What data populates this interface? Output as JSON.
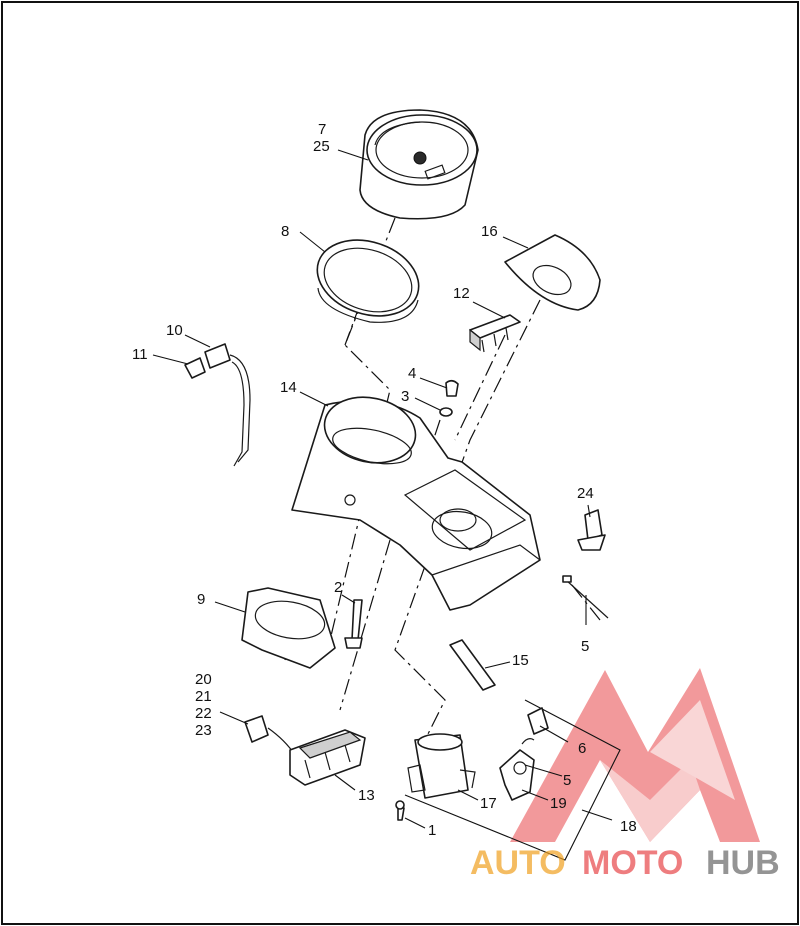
{
  "labels": {
    "l7": "7",
    "l25": "25",
    "l8": "8",
    "l16": "16",
    "l12": "12",
    "l10": "10",
    "l11": "11",
    "l4": "4",
    "l3": "3",
    "l14": "14",
    "l24": "24",
    "l2": "2",
    "l9": "9",
    "l5a": "5",
    "l15": "15",
    "l20": "20",
    "l21": "21",
    "l22": "22",
    "l23": "23",
    "l6": "6",
    "l5b": "5",
    "l13": "13",
    "l17": "17",
    "l19": "19",
    "l1": "1",
    "l18": "18"
  },
  "watermark": {
    "part1": "AUTO",
    "part2": "MOTO",
    "part3": "HUB",
    "colors": {
      "red": "#e8474a",
      "orange": "#f0a020",
      "gray": "#7a7a7a"
    }
  }
}
